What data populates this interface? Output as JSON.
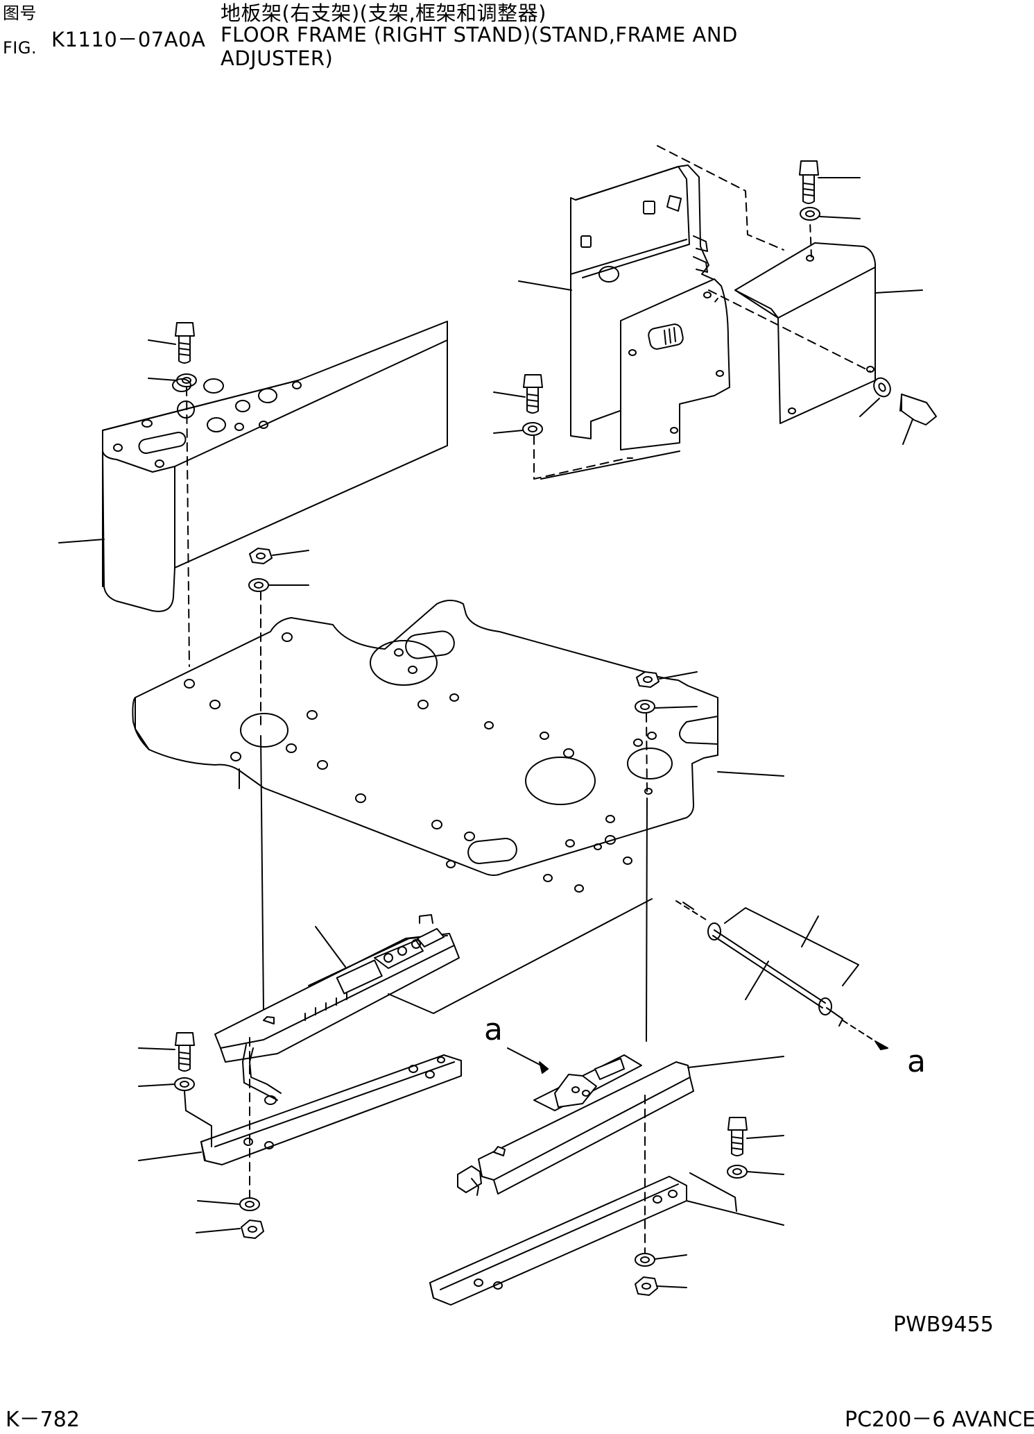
{
  "header": {
    "fig_cn": "图号",
    "fig_en": "FIG.",
    "fig_number": "K1110－07A0A",
    "title_cn": "地板架(右支架)(支架,框架和调整器)",
    "title_en_line1": "FLOOR FRAME (RIGHT STAND)(STAND,FRAME AND",
    "title_en_line2": "ADJUSTER)"
  },
  "labels": {
    "callout_a_left": "a",
    "callout_a_right": "a"
  },
  "footer": {
    "drawing_code": "PWB9455",
    "page_number": "K－782",
    "model": "PC200－6 AVANCE"
  },
  "colors": {
    "line": "#000000",
    "background": "#ffffff"
  }
}
